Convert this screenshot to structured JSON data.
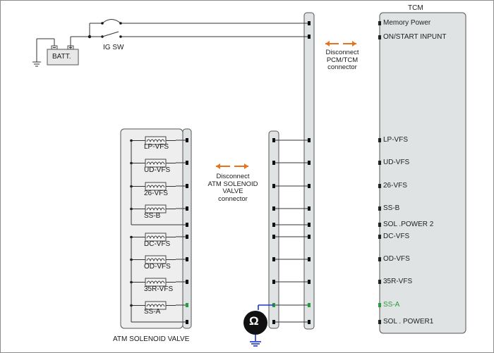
{
  "battery_label": "BATT.",
  "switch_label": "IG SW",
  "tcm": {
    "title": "TCM",
    "pins": [
      {
        "label": "Memory Power",
        "color": "#222222"
      },
      {
        "label": "ON/START  INPUNT",
        "color": "#222222"
      },
      {
        "label": "LP-VFS",
        "color": "#222222"
      },
      {
        "label": "UD-VFS",
        "color": "#222222"
      },
      {
        "label": "26-VFS",
        "color": "#222222"
      },
      {
        "label": "SS-B",
        "color": "#222222"
      },
      {
        "label": "SOL .POWER 2",
        "color": "#222222"
      },
      {
        "label": "DC-VFS",
        "color": "#222222"
      },
      {
        "label": "OD-VFS",
        "color": "#222222"
      },
      {
        "label": "35R-VFS",
        "color": "#222222"
      },
      {
        "label": "SS-A",
        "color": "#2e9a3e"
      },
      {
        "label": "SOL . POWER1",
        "color": "#222222"
      }
    ]
  },
  "pcm_note": [
    "Disconnect",
    "PCM/TCM",
    "connector"
  ],
  "atm_note": [
    "Disconnect",
    "ATM SOLENOID",
    "VALVE",
    "connector"
  ],
  "solenoid_block": {
    "title": "ATM SOLENOID VALVE",
    "solenoids": [
      "LP-VFS",
      "UD-VFS",
      "26-VFS",
      "SS-B",
      "DC-VFS",
      "OD-VFS",
      "35R-VFS",
      "SS-A"
    ]
  },
  "meter_symbol": "Ω",
  "colors": {
    "connector_fill": "#dfe3e3",
    "wire": "#333333",
    "arrow": "#e8731e",
    "probe_wire": "#1d36c9",
    "active_pin": "#2e9a3e",
    "meter_fill": "#111111"
  }
}
